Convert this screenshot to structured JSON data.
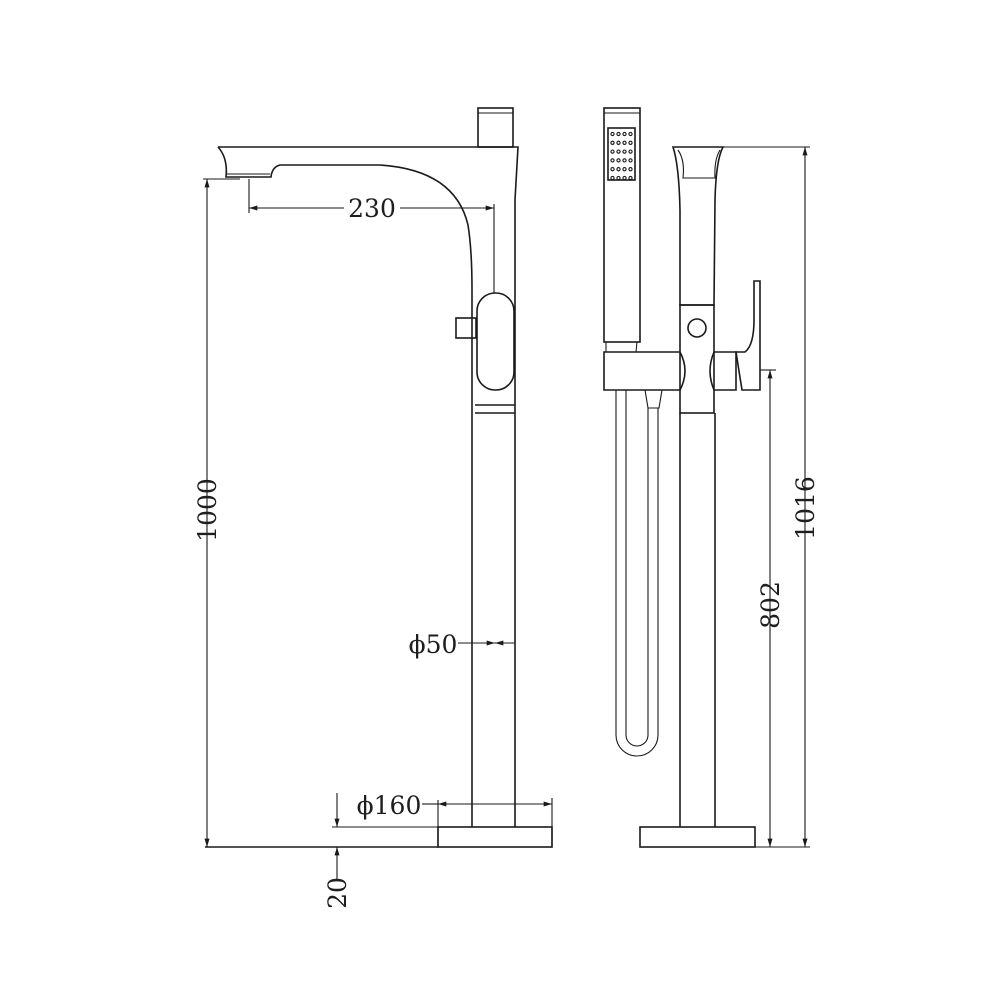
{
  "drawing": {
    "side_view": {
      "dim_total_height": "1000",
      "dim_spout_reach": "230",
      "dim_pipe_diameter": "ϕ50",
      "dim_base_diameter": "ϕ160",
      "dim_base_height": "20"
    },
    "front_view": {
      "dim_total_height": "1016",
      "dim_outlet_height": "802"
    }
  }
}
